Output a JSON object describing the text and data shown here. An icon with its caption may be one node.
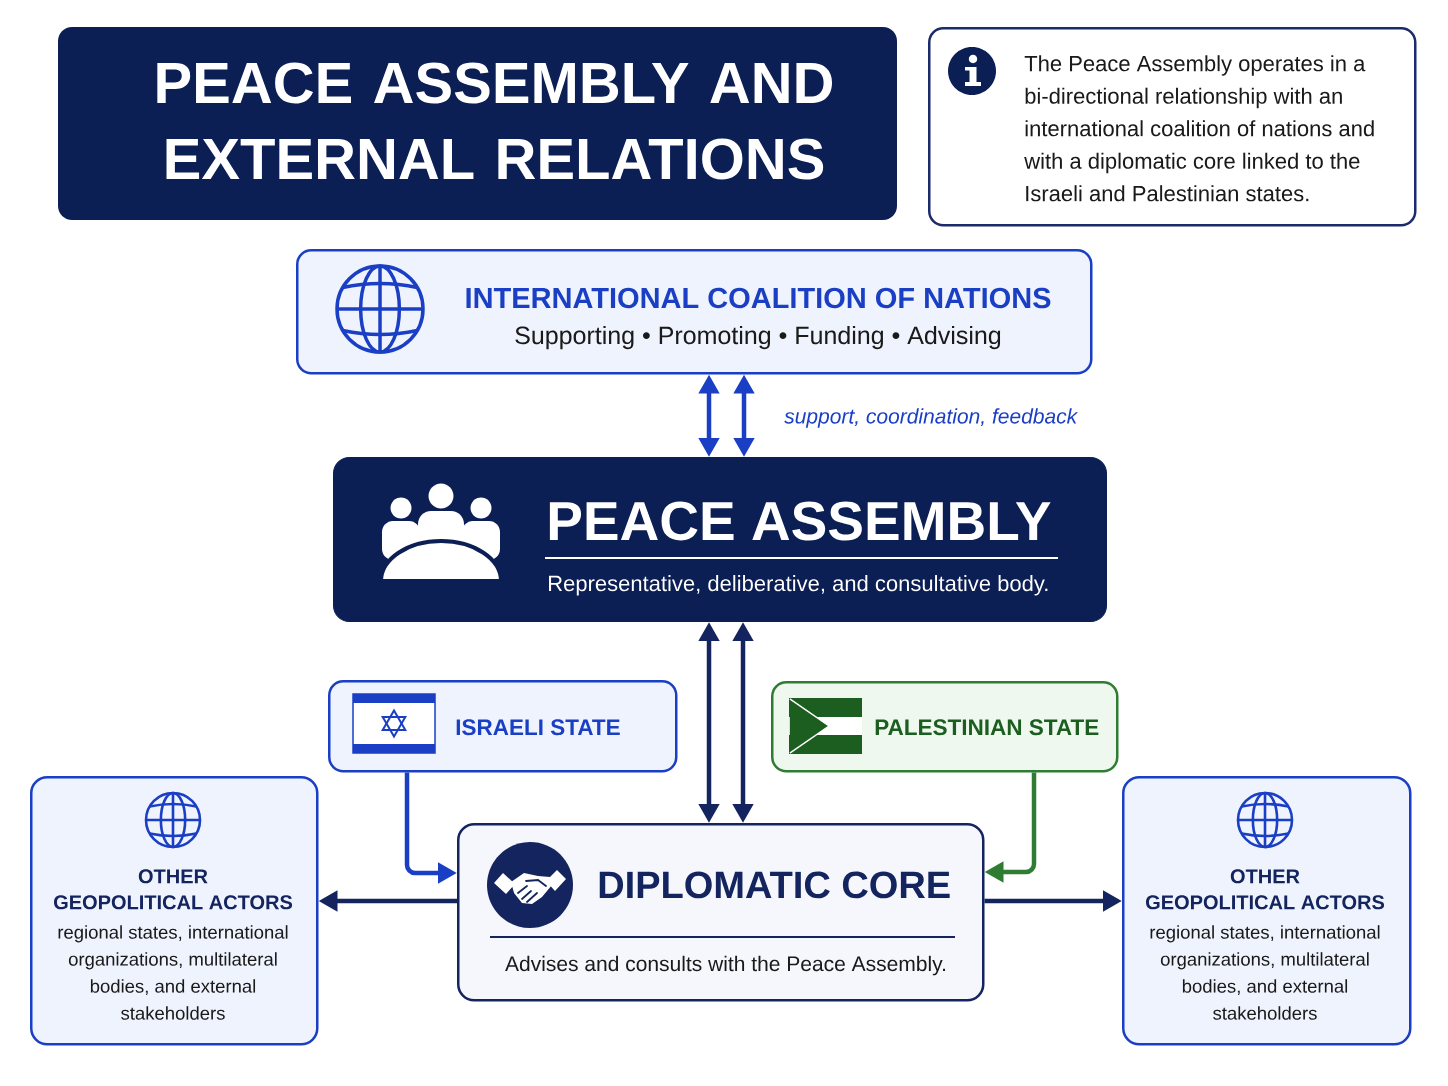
{
  "diagram": {
    "title": "PEACE ASSEMBLY AND EXTERNAL RELATIONS",
    "nodes": [
      {
        "text": [
          "The Peace Assembly operates in a bi-directional relationship with an international coalition of nations and with a diplomatic core linked to the Israeli and Palestinian states."
        ]
      },
      {
        "text": [
          "INTERNATIONAL COALITION OF NATIONS",
          "Supporting • Promoting • Funding • Advising"
        ]
      },
      {
        "text": [
          "PEACE ASSEMBLY",
          "Representative, deliberative, and consultative body."
        ]
      },
      {
        "text": [
          "ISRAELI STATE"
        ]
      },
      {
        "text": [
          "PALESTINIAN STATE"
        ]
      },
      {
        "text": [
          "OTHER GEOPOLITICAL ACTORS",
          "regional states, international organizations, multilateral bodies, and external stakeholders"
        ]
      },
      {
        "text": [
          "DIPLOMATIC CORE",
          "Advises and consults with the Peace Assembly."
        ]
      },
      {
        "text": [
          "OTHER GEOPOLITICAL ACTORS",
          "regional states, international organizations, multilateral bodies, and external stakeholders"
        ]
      }
    ],
    "edges": [
      {
        "from": 1,
        "to": 2,
        "arrow": "both",
        "color": "#1a3fc4"
      },
      {
        "from": 1,
        "to": 2,
        "arrow": "both",
        "color": "#1a3fc4",
        "label": "support, coordination, feedback"
      },
      {
        "from": 2,
        "to": 6,
        "arrow": "both"
      },
      {
        "from": 2,
        "to": 6,
        "arrow": "both"
      },
      {
        "from": 3,
        "to": 6,
        "arrow": "to",
        "color": "#1a3fc4"
      },
      {
        "from": 4,
        "to": 6,
        "arrow": "to",
        "color": "#2e7d32"
      },
      {
        "from": 6,
        "to": 5,
        "arrow": "to"
      },
      {
        "from": 6,
        "to": 7,
        "arrow": "to"
      }
    ]
  }
}
